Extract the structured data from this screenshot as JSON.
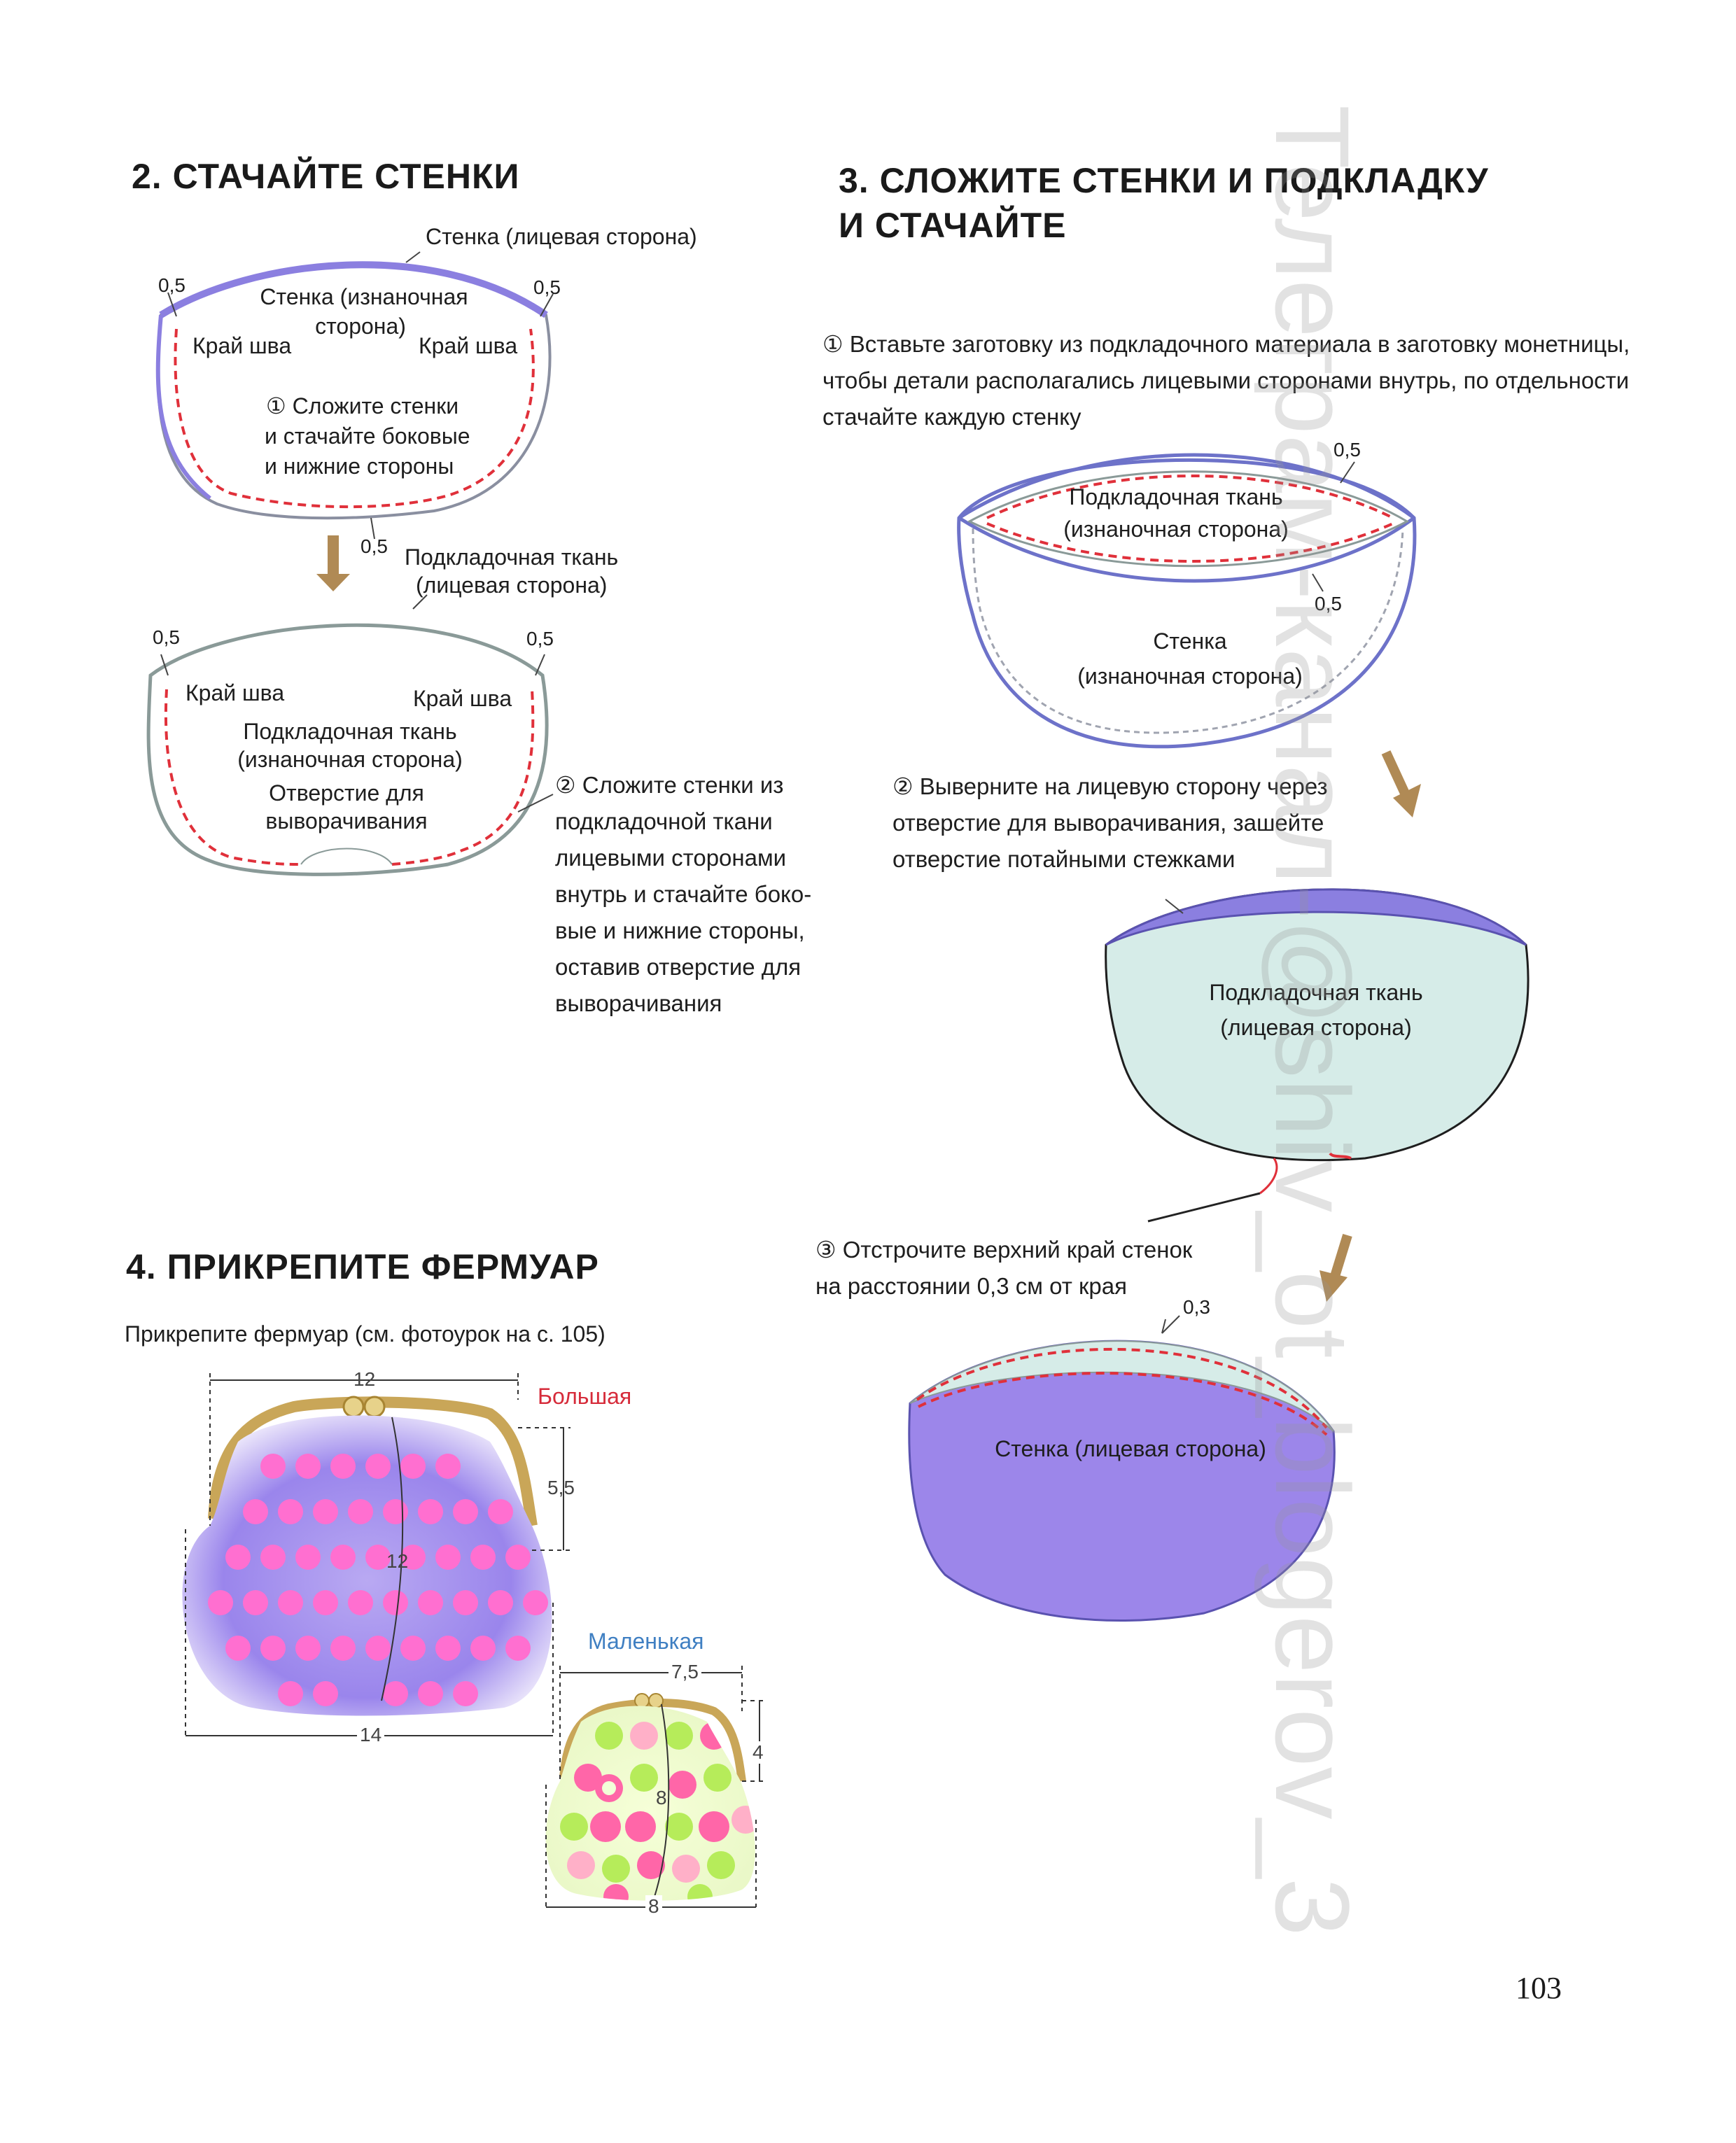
{
  "step2": {
    "title": "2. СТАЧАЙТЕ СТЕНКИ",
    "outer_label": "Стенка (лицевая сторона)",
    "inner_label_1": "Стенка (изнаночная",
    "inner_label_2": "сторона)",
    "edge_left": "Край шва",
    "edge_right": "Край шва",
    "instr1_1": "① Сложите стенки",
    "instr1_2": "и стачайте боковые",
    "instr1_3": "и нижние стороны",
    "seam_a": "0,5",
    "seam_b": "0,5",
    "seam_c": "0,5",
    "lining_face_1": "Подкладочная ткань",
    "lining_face_2": "(лицевая сторона)",
    "seam_d": "0,5",
    "seam_e": "0,5",
    "edge_left2": "Край шва",
    "edge_right2": "Край шва",
    "lining_back_1": "Подкладочная ткань",
    "lining_back_2": "(изнаночная сторона)",
    "opening_1": "Отверстие для",
    "opening_2": "выворачивания",
    "instr2": [
      "② Сложите стенки из",
      "подкладочной ткани",
      "лицевыми сторонами",
      "внутрь и стачайте боко-",
      "вые и нижние стороны,",
      "оставив отверстие для",
      "выворачивания"
    ]
  },
  "step3": {
    "title_1": "3. СЛОЖИТЕ СТЕНКИ И ПОДКЛАДКУ",
    "title_2": "И СТАЧАЙТЕ",
    "instr1": [
      "① Вставьте заготовку из подкладочного материала в заготовку монетницы,",
      "чтобы детали располагались лицевыми сторонами внутрь, по отдельности",
      "стачайте каждую стенку"
    ],
    "seam_a": "0,5",
    "seam_b": "0,5",
    "lining_back_1": "Подкладочная ткань",
    "lining_back_2": "(изнаночная сторона)",
    "wall_1": "Стенка",
    "wall_2": "(изнаночная сторона)",
    "instr2": [
      "② Выверните на лицевую сторону через",
      "отверстие для выворачивания, зашейте",
      "отверстие потайными стежками"
    ],
    "lining_face_1": "Подкладочная ткань",
    "lining_face_2": "(лицевая сторона)",
    "instr3": [
      "③ Отстрочите верхний край стенок",
      "на расстоянии 0,3 см от края"
    ],
    "seam_c": "0,3",
    "wall_face": "Стенка (лицевая сторона)"
  },
  "step4": {
    "title": "4. ПРИКРЕПИТЕ ФЕРМУАР",
    "subtitle": "Прикрепите фермуар (см. фотоурок на с. 105)",
    "big_label": "Большая",
    "small_label": "Маленькая",
    "big_top": "12",
    "big_side": "5,5",
    "big_height": "12",
    "big_bottom": "14",
    "small_top": "7,5",
    "small_side": "4",
    "small_height": "8",
    "small_bottom": "8"
  },
  "page_number": "103",
  "watermark": "Телеграм-канал-@shiv_ot_blogerov_3",
  "colors": {
    "purple": "#8b7fe0",
    "purple_fill": "#9c86ea",
    "mint": "#d6ece8",
    "stitch": "#e0303a",
    "arrow": "#b08a55",
    "big_label": "#d62b3a",
    "small_label": "#3f7fc2",
    "frame": "#c9a658"
  }
}
